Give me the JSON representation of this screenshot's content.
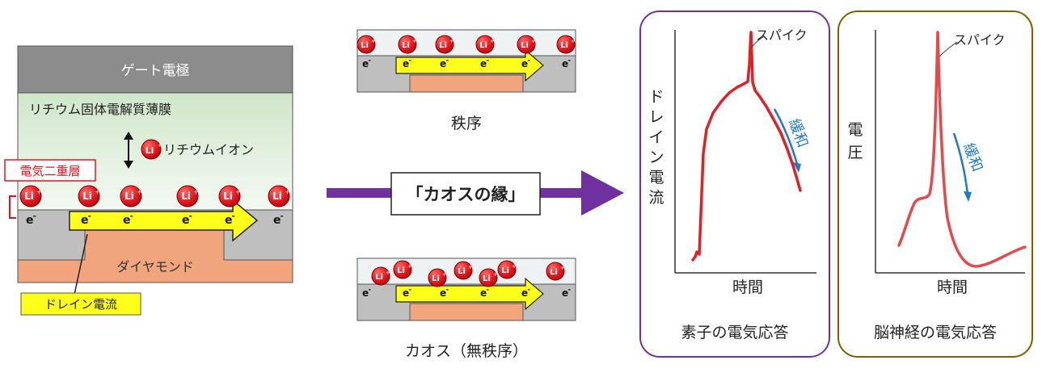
{
  "device": {
    "gate_label": "ゲート電極",
    "film_label": "リチウム固体電解質薄膜",
    "ion_legend": "リチウムイオン",
    "double_layer_label": "電気二重層",
    "diamond_label": "ダイヤモンド",
    "drain_current_label": "ドレイン電流",
    "li_symbol": "Li",
    "plus": "+",
    "electron": "e",
    "minus": "-"
  },
  "center": {
    "order_label": "秩序",
    "chaos_label": "カオス（無秩序）",
    "edge_of_chaos_label": "「カオスの縁」"
  },
  "element_plot": {
    "ylabel": "ドレイン電流",
    "xlabel": "時間",
    "spike_label": "スパイク",
    "relax_label": "緩和",
    "caption": "素子の電気応答"
  },
  "brain_plot": {
    "ylabel": "電圧",
    "xlabel": "時間",
    "spike_label": "スパイク",
    "relax_label": "緩和",
    "caption": "脳神経の電気応答"
  },
  "colors": {
    "gate": "#8c8c8c",
    "electrolyte": "#d7ebd3",
    "diamond": "#f0a57c",
    "substrate": "#bfbfbf",
    "arrow_fill": "#ffff1a",
    "ion_red": "#e8141c",
    "purple": "#7030a0",
    "olive": "#7f6000",
    "trace_red": "#e31e24",
    "relax_blue": "#1f78c8"
  }
}
